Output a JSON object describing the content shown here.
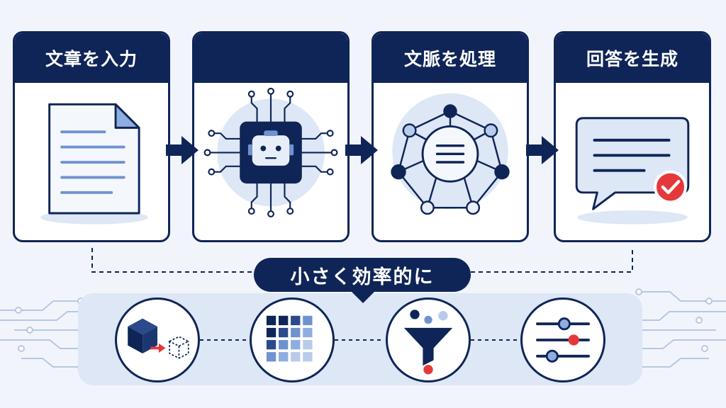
{
  "steps": [
    {
      "title": "文章を入力",
      "icon": "document-icon"
    },
    {
      "title": "",
      "icon": "ai-chip-icon"
    },
    {
      "title": "文脈を処理",
      "icon": "network-icon"
    },
    {
      "title": "回答を生成",
      "icon": "chat-bubble-check-icon"
    }
  ],
  "efficiency_label": "小さく効率的に",
  "techniques": [
    {
      "icon": "cube-shrink-icon"
    },
    {
      "icon": "grid-matrix-icon"
    },
    {
      "icon": "funnel-icon"
    },
    {
      "icon": "sliders-icon"
    }
  ],
  "colors": {
    "navy": "#0f2557",
    "light_blue": "#6f93cf",
    "pale_blue": "#dde7f5",
    "red_accent": "#e5383b"
  }
}
